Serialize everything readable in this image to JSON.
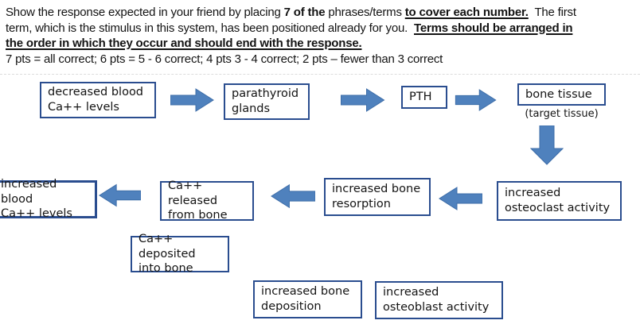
{
  "instructions": {
    "lines": [
      {
        "segments": [
          {
            "text": "Show the response expected in your friend by placing ",
            "bold": false,
            "underline": false
          },
          {
            "text": "7 of the",
            "bold": true,
            "underline": false
          },
          {
            "text": " phrases/terms ",
            "bold": false,
            "underline": false
          },
          {
            "text": "to cover each number.",
            "bold": true,
            "underline": true
          },
          {
            "text": "  The first",
            "bold": false,
            "underline": false
          }
        ]
      },
      {
        "segments": [
          {
            "text": "term, which is the stimulus in this system, has been positioned already for you.  ",
            "bold": false,
            "underline": false
          },
          {
            "text": "Terms should be arranged in",
            "bold": true,
            "underline": true
          }
        ]
      },
      {
        "segments": [
          {
            "text": "the order in which they occur and should end with the response.",
            "bold": true,
            "underline": true
          }
        ]
      },
      {
        "segments": [
          {
            "text": "7 pts = all correct; 6 pts = 5 - 6 correct; 4 pts 3 - 4 correct; 2 pts – fewer than 3 correct",
            "bold": false,
            "underline": false
          }
        ]
      }
    ]
  },
  "diagram": {
    "colors": {
      "arrow_fill": "#4f81bd",
      "arrow_stroke": "#3d6da8",
      "box_border": "#2a4d8f"
    },
    "boxes": {
      "decreased_blood": {
        "label": "decreased blood\nCa++ levels"
      },
      "parathyroid": {
        "label": "parathyroid\nglands"
      },
      "pth": {
        "label": "PTH"
      },
      "bone_tissue": {
        "label": "bone tissue"
      },
      "increased_blood": {
        "label": "increased blood\nCa++ levels"
      },
      "ca_released": {
        "label": "Ca++ released\nfrom bone"
      },
      "bone_resorption": {
        "label": "increased bone\nresorption"
      },
      "osteoclast": {
        "label": "increased\nosteoclast activity"
      },
      "ca_deposited": {
        "label": "Ca++ deposited\ninto bone"
      },
      "bone_deposition": {
        "label": "increased bone\ndeposition"
      },
      "osteoblast": {
        "label": "increased\nosteoblast activity"
      }
    },
    "captions": {
      "target_tissue": "(target tissue)"
    }
  }
}
